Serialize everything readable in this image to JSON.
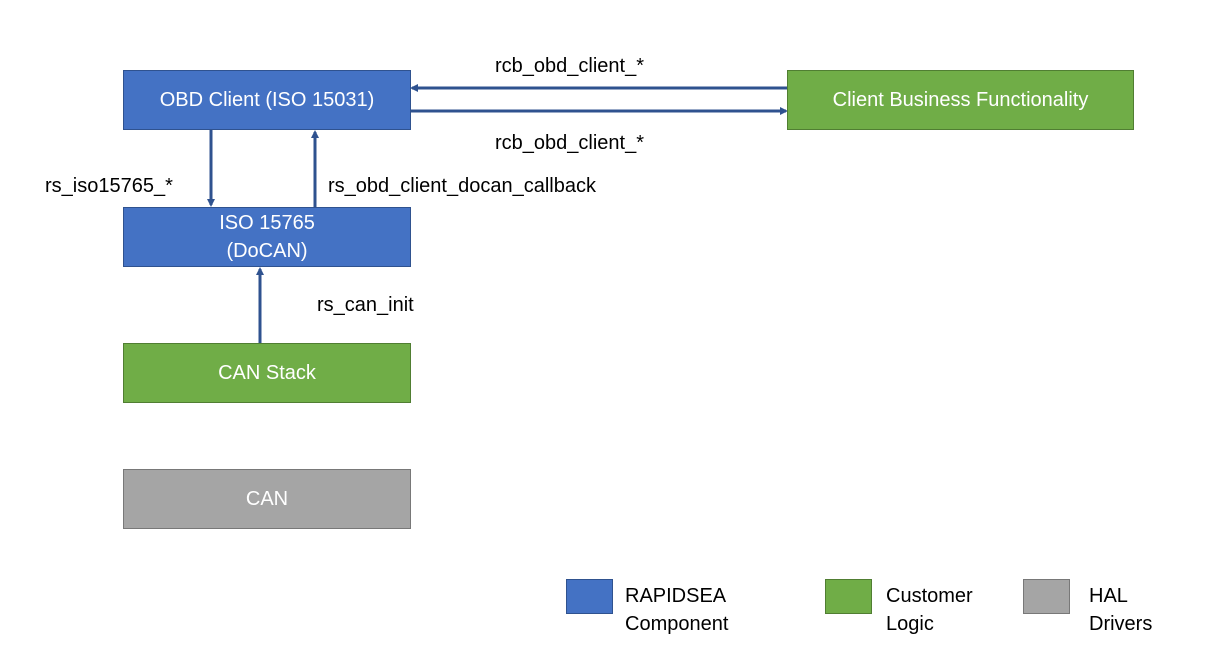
{
  "colors": {
    "rapidsea": "#4472c4",
    "customer": "#70ad47",
    "hal": "#a5a5a5",
    "arrow": "#2f528f"
  },
  "boxes": {
    "obd_client": "OBD Client (ISO 15031)",
    "client_business": "Client Business Functionality",
    "iso15765_line1": "ISO 15765",
    "iso15765_line2": "(DoCAN)",
    "can_stack": "CAN Stack",
    "can": "CAN"
  },
  "labels": {
    "rcb_top": "rcb_obd_client_*",
    "rcb_bottom": "rcb_obd_client_*",
    "rs_iso": "rs_iso15765_*",
    "rs_callback": "rs_obd_client_docan_callback",
    "rs_can_init": "rs_can_init"
  },
  "legend": {
    "rapidsea_line1": "RAPIDSEA",
    "rapidsea_line2": "Component",
    "customer_line1": "Customer",
    "customer_line2": "Logic",
    "hal_line1": "HAL",
    "hal_line2": "Drivers"
  }
}
